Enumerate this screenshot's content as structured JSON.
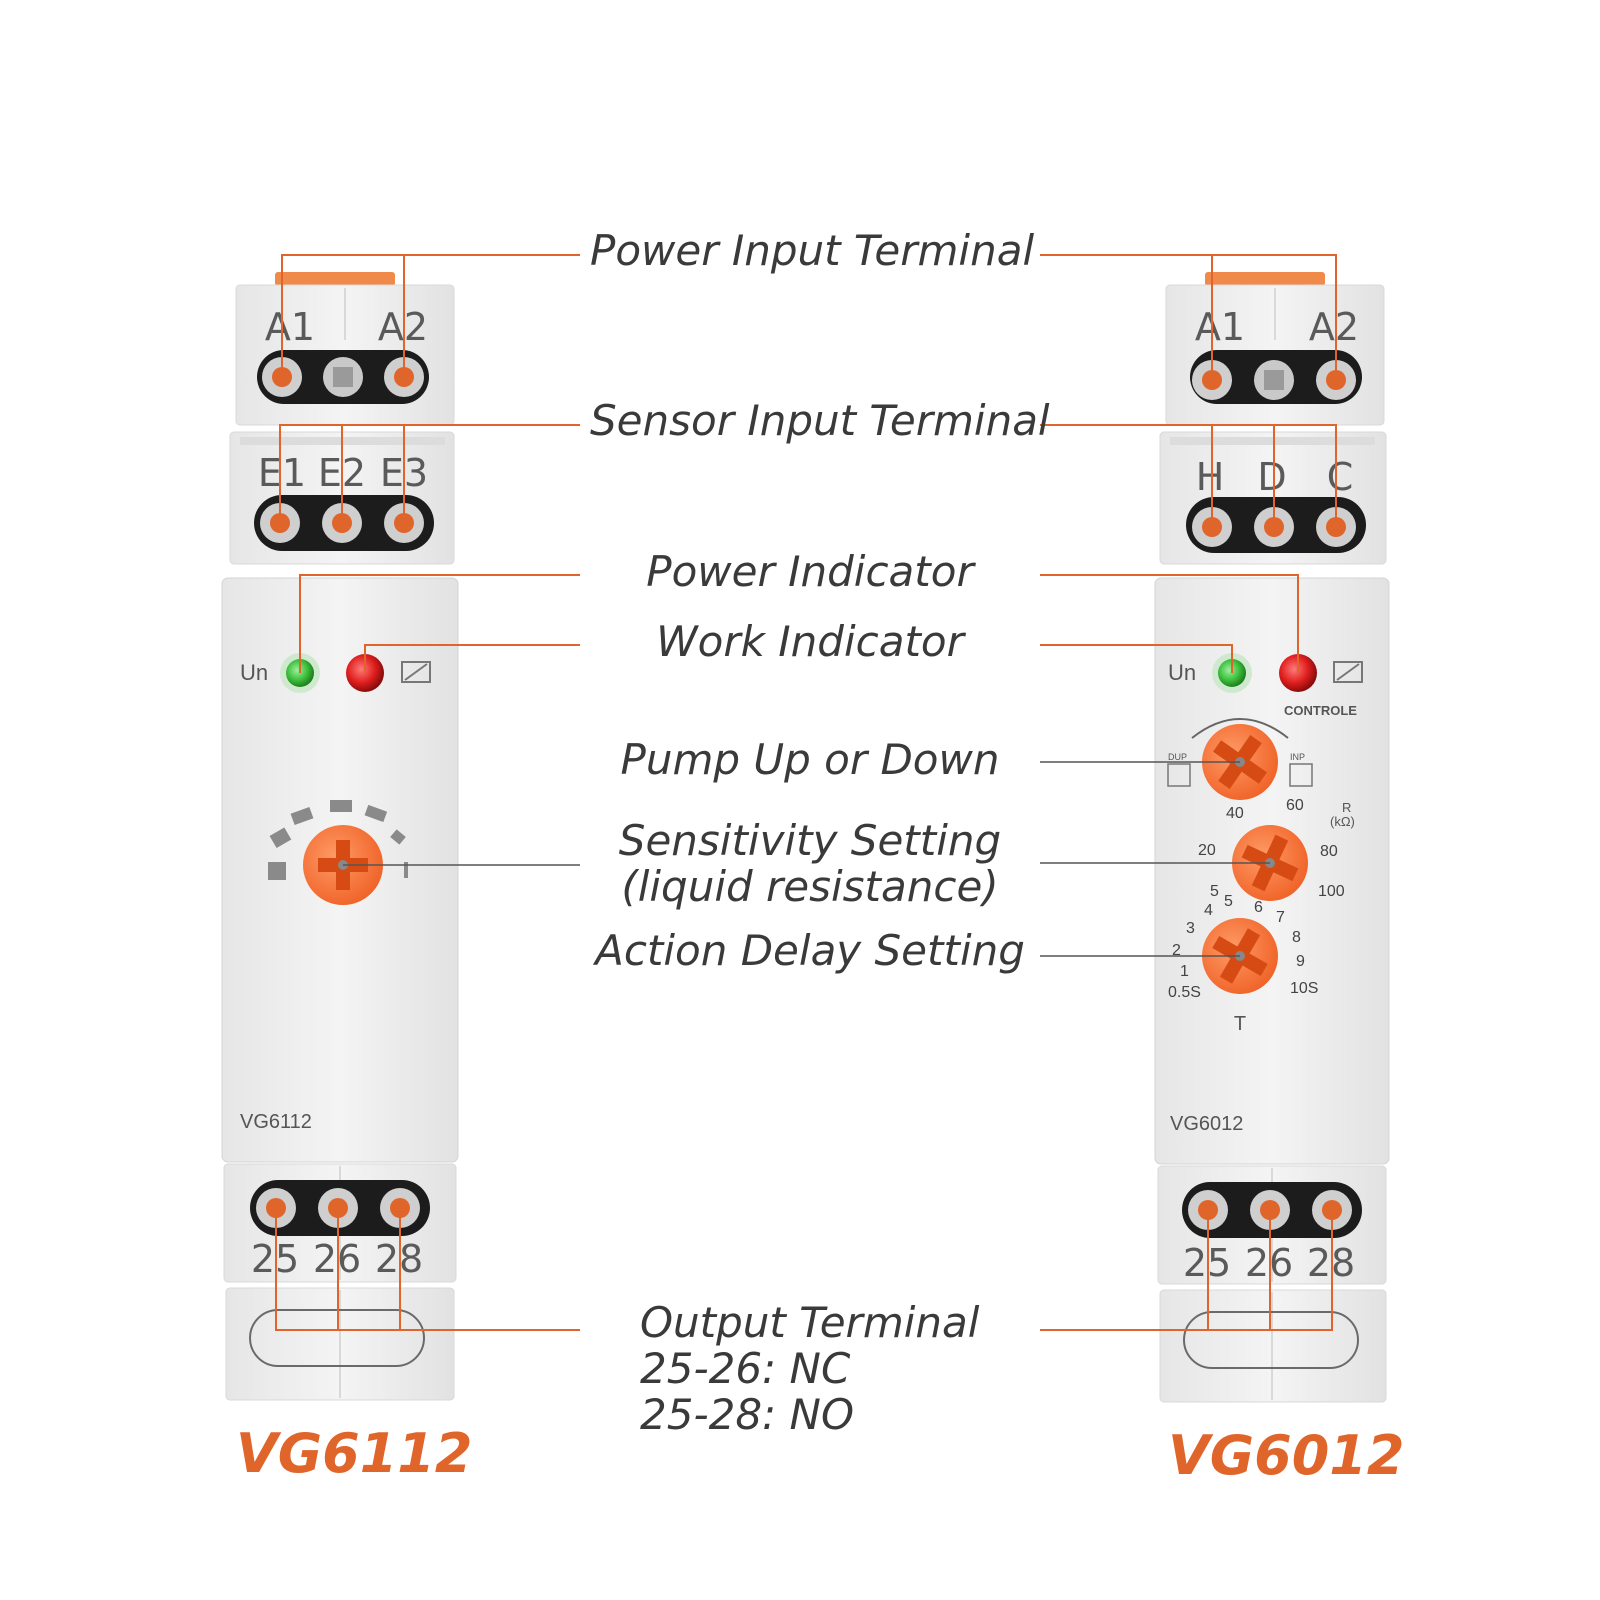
{
  "callouts": {
    "power_input": "Power Input Terminal",
    "sensor_input": "Sensor Input Terminal",
    "power_indicator": "Power Indicator",
    "work_indicator": "Work Indicator",
    "pump": "Pump Up or Down",
    "sensitivity_line1": "Sensitivity Setting",
    "sensitivity_line2": "(liquid resistance)",
    "delay": "Action Delay Setting",
    "output_line1": "Output Terminal",
    "output_line2": "25-26: NC",
    "output_line3": "25-28: NO"
  },
  "left_device": {
    "product_name": "VG6112",
    "model_label": "VG6112",
    "top_terminals": [
      "A1",
      "A2"
    ],
    "sensor_terminals": [
      "E1",
      "E2",
      "E3"
    ],
    "output_terminals": [
      "25",
      "26",
      "28"
    ],
    "power_led_label": "Un"
  },
  "right_device": {
    "product_name": "VG6012",
    "model_label": "VG6012",
    "top_terminals": [
      "A1",
      "A2"
    ],
    "sensor_terminals": [
      "H",
      "D",
      "C"
    ],
    "output_terminals": [
      "25",
      "26",
      "28"
    ],
    "power_led_label": "Un",
    "controle_label": "CONTROLE",
    "pump_left_label": "DUP",
    "pump_right_label": "INP",
    "sensitivity_unit": "R",
    "sensitivity_unit2": "(kΩ)",
    "sensitivity_scale": [
      "5",
      "20",
      "40",
      "60",
      "80",
      "100"
    ],
    "delay_scale": [
      "0.5S",
      "1",
      "2",
      "3",
      "4",
      "5",
      "6",
      "7",
      "8",
      "9",
      "10S"
    ],
    "delay_symbol": "T"
  },
  "colors": {
    "accent": "#e0652b",
    "knob": "#f26a2e",
    "power_led": "#3cbf3c",
    "work_led": "#e01e1e",
    "housing": "#eeeeee",
    "terminal_strip": "#1c1c1c"
  }
}
